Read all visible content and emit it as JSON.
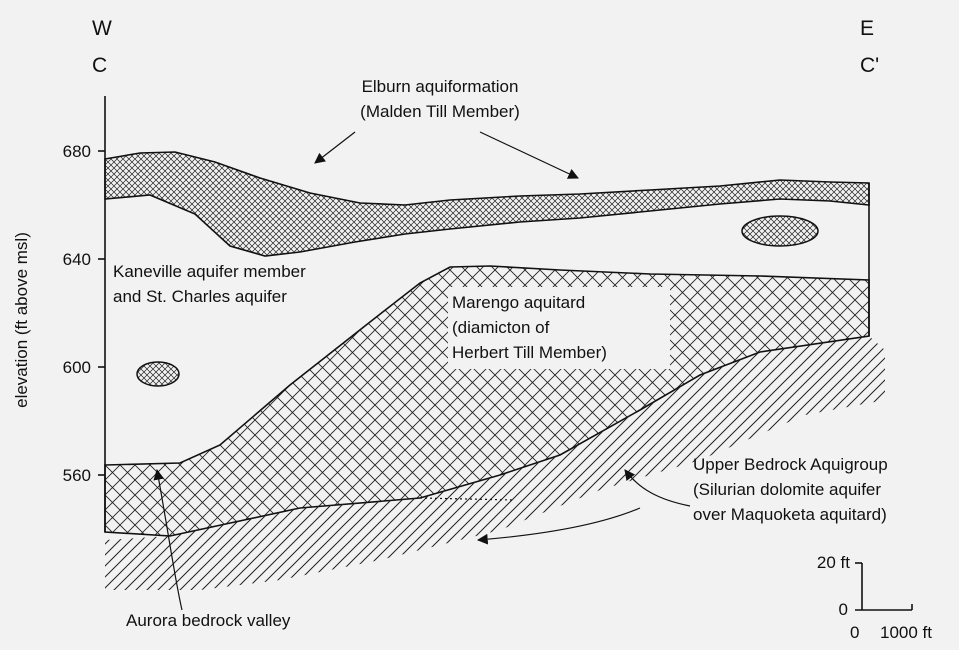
{
  "compass": {
    "west": "W",
    "east": "E"
  },
  "section": {
    "start": "C",
    "end": "C'"
  },
  "axis": {
    "label": "elevation (ft above msl)",
    "ticks": [
      "680",
      "640",
      "600",
      "560"
    ]
  },
  "units": {
    "elburn": {
      "line1": "Elburn aquiformation",
      "line2": "(Malden Till Member)"
    },
    "kaneville": {
      "line1": "Kaneville aquifer member",
      "line2": "and St. Charles aquifer"
    },
    "marengo": {
      "line1": "Marengo aquitard",
      "line2": "(diamicton of",
      "line3": "Herbert Till Member)"
    },
    "bedrock": {
      "line1": "Upper Bedrock Aquigroup",
      "line2": "(Silurian dolomite aquifer",
      "line3": "over Maquoketa aquitard)"
    },
    "valley": "Aurora bedrock valley"
  },
  "scale": {
    "vertical": "20 ft",
    "zero": "0",
    "horizontal_zero": "0",
    "horizontal": "1000 ft"
  },
  "colors": {
    "background": "#f2f2f2",
    "ink": "#111111"
  }
}
